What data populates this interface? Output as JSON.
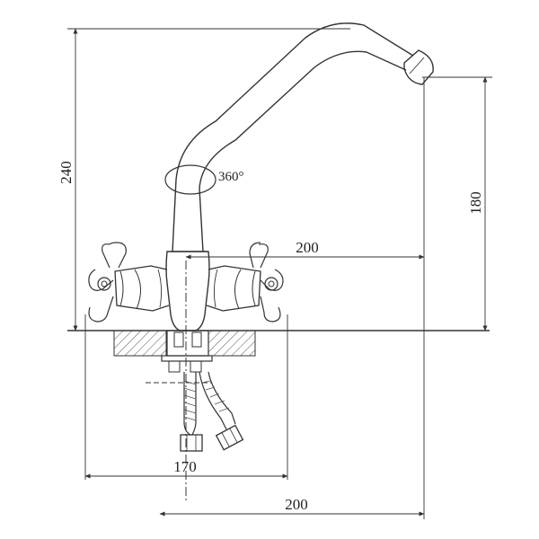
{
  "labels": {
    "height_total": "240",
    "height_spout": "180",
    "reach_spout_top": "200",
    "reach_spout_bottom": "200",
    "handle_span": "170",
    "rotation": "360°"
  },
  "colors": {
    "line": "#333333",
    "background": "#ffffff"
  }
}
